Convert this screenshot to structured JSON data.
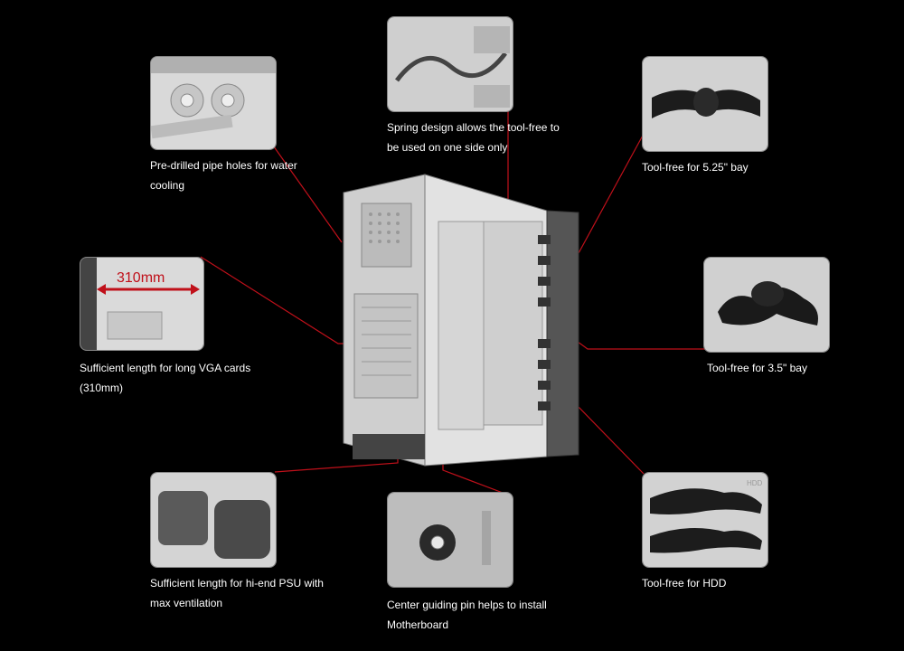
{
  "colors": {
    "leader": "#c0101a",
    "background": "#000000",
    "caption": "#ffffff"
  },
  "thumb_310_label": "310mm",
  "thumb_hdd_label": "HDD",
  "captions": {
    "pipe_holes": "Pre-drilled pipe holes for water cooling",
    "spring": "Spring design allows the tool-free to be used on one side only",
    "bay525": "Tool-free for 5.25\" bay",
    "vga": "Sufficient length for long VGA cards (310mm)",
    "bay35": "Tool-free for 3.5\" bay",
    "psu": "Sufficient length for hi-end PSU with max ventilation",
    "pin": "Center guiding pin helps to install Motherboard",
    "hdd": "Tool-free for HDD"
  },
  "icons": {
    "pipe_holes": "pipe-holes-photo-icon",
    "spring": "spring-clip-photo-icon",
    "bay525": "tool-free-clip-photo-icon",
    "vga": "vga-length-photo-icon",
    "bay35": "tool-free-clip-photo-icon",
    "psu": "psu-vent-photo-icon",
    "pin": "guiding-pin-photo-icon",
    "hdd": "hdd-clip-photo-icon",
    "case": "computer-case-photo-icon"
  }
}
